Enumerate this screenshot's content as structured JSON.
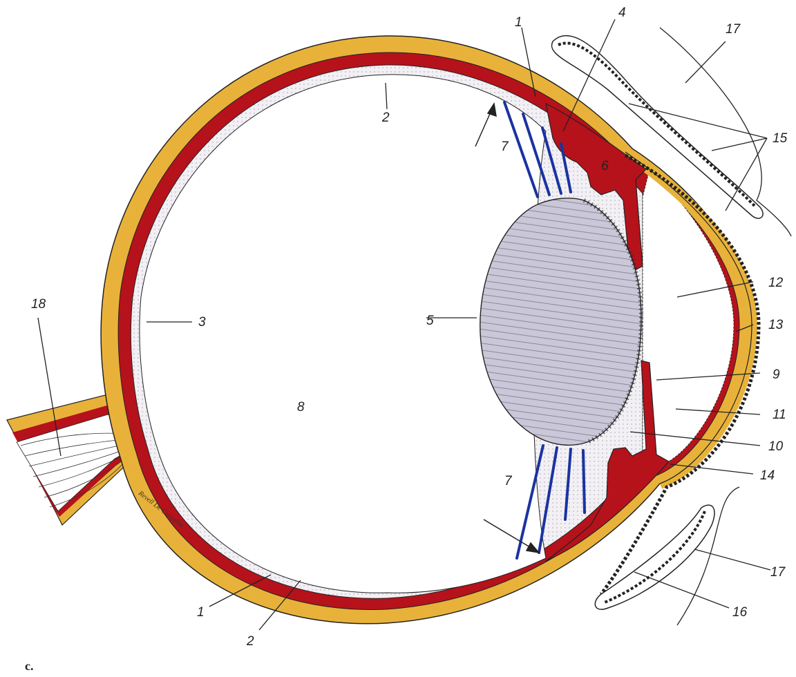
{
  "figure": {
    "corner_mark": "c.",
    "signature": "Revell De Carvalho"
  },
  "labels": [
    "1",
    "1",
    "2",
    "2",
    "3",
    "4",
    "5",
    "6",
    "7",
    "7",
    "8",
    "9",
    "10",
    "11",
    "12",
    "13",
    "14",
    "15",
    "16",
    "17",
    "17",
    "18"
  ],
  "colors": {
    "sclera": "#e8b23a",
    "choroid": "#b5121b",
    "retina": "#f2f0f4",
    "lens": "#c9c7d8",
    "zonule": "#1a33a0",
    "lines": "#222222"
  }
}
